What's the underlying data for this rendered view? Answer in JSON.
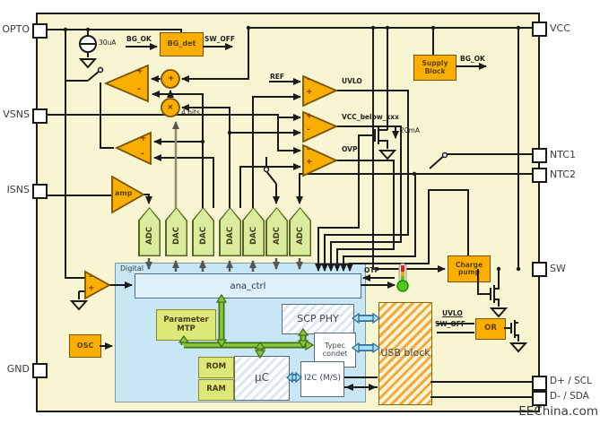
{
  "watermark": "EEChina.com",
  "colors": {
    "chip_bg": "#F8F6D2",
    "block_orange": "#F9AE00",
    "converter_green": "#DCEC9E",
    "digital_bg": "#C9E6F4",
    "ana_ctrl_bg": "#DDF1FB",
    "mtp_green": "#DCE878",
    "bus_green": "#8CC63F",
    "arrow_blue": "#AEDFF5",
    "wire": "#1a1a1a"
  },
  "pins": {
    "left": [
      {
        "label": "OPTO"
      },
      {
        "label": "VSNS"
      },
      {
        "label": "ISNS"
      },
      {
        "label": "GND"
      }
    ],
    "right": [
      {
        "label": "VCC"
      },
      {
        "label": "NTC1"
      },
      {
        "label": "NTC2"
      },
      {
        "label": "SW"
      },
      {
        "label": "D+ / SCL"
      },
      {
        "label": "D- / SDA"
      }
    ]
  },
  "blocks": {
    "bg_det": "BG_det",
    "supply": "Supply Block",
    "charge_pump": "Charge pump",
    "or_gate": "OR",
    "osc": "OSC",
    "amp": "amp",
    "digital": "Digital",
    "ana_ctrl": "ana_ctrl",
    "parameter_mtp": "Parameter MTP",
    "scp_phy": "SCP PHY",
    "typec_condet": "Typec condet",
    "rom": "ROM",
    "ram": "RAM",
    "uc": "µC",
    "i2c": "I2C (M/S)",
    "usb": "USB block"
  },
  "converters": [
    {
      "label": "ADC"
    },
    {
      "label": "DAC"
    },
    {
      "label": "DAC"
    },
    {
      "label": "DAC"
    },
    {
      "label": "DAC"
    },
    {
      "label": "ADC"
    },
    {
      "label": "ADC"
    }
  ],
  "signals": {
    "i30ua": "30uA",
    "bg_ok_in": "BG_OK",
    "sw_off_out": "SW_OFF",
    "bits4": "4 bits",
    "ref": "REF",
    "uvlo": "UVLO",
    "vcc_below": "VCC_below_xxx",
    "ovp": "OVP",
    "bg_ok_supply": "BG_OK",
    "i20ma": "20mA",
    "otp": "OTP",
    "uvlo_or": "UVLO",
    "sw_off_or": "SW_OFF"
  },
  "signs": {
    "plus": "+",
    "minus": "-",
    "mult": "×"
  }
}
